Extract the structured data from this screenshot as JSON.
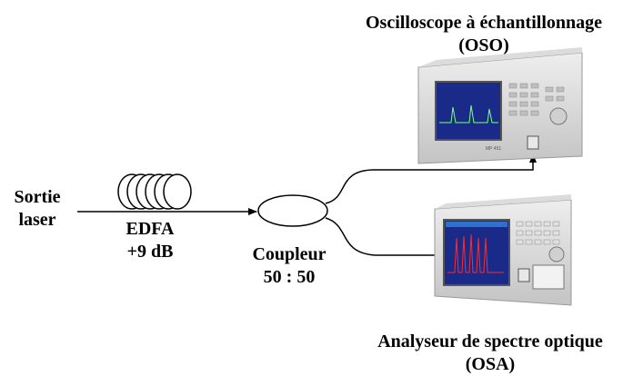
{
  "source": {
    "line1": "Sortie",
    "line2": "laser"
  },
  "edfa": {
    "line1": "EDFA",
    "line2": "+9 dB"
  },
  "coupler": {
    "line1": "Coupleur",
    "line2": "50 : 50"
  },
  "oso": {
    "line1": "Oscilloscope à échantillonnage",
    "line2": "(OSO)",
    "brand_mark": "MP 451"
  },
  "osa": {
    "line1": "Analyseur de spectre  optique",
    "line2": "(OSA)"
  },
  "colors": {
    "line": "#000000",
    "osc_screen": "#1a2a88",
    "osa_screen": "#1a2a88",
    "osa_trace": "#ff2a2a",
    "osc_trace": "#7fff7f"
  }
}
